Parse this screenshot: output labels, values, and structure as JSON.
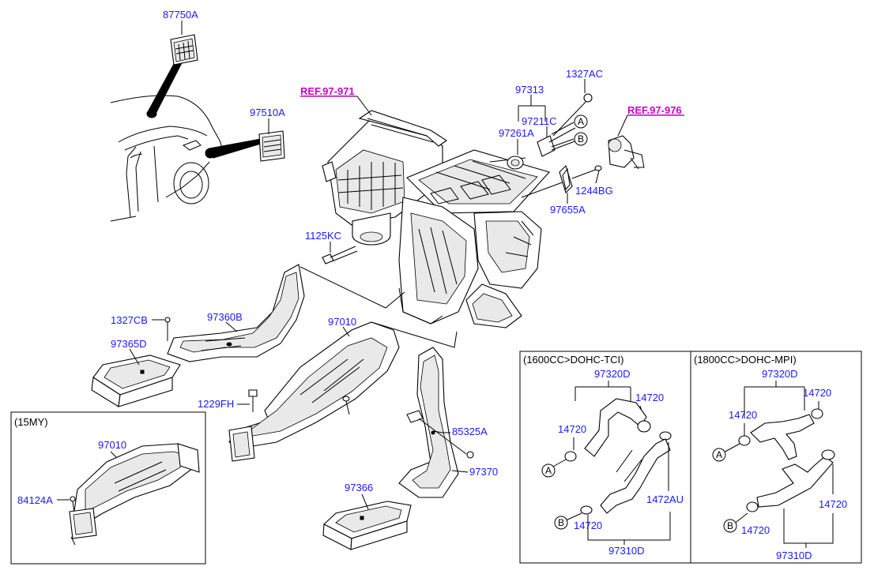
{
  "refs": {
    "ref1": "REF.97-971",
    "ref2": "REF.97-976"
  },
  "labels": {
    "p87750A": "87750A",
    "p97510A": "97510A",
    "p97313": "97313",
    "p1327AC": "1327AC",
    "p97261A": "97261A",
    "p97211C": "97211C",
    "p1244BG": "1244BG",
    "p97655A": "97655A",
    "p1125KC": "1125KC",
    "p1327CB": "1327CB",
    "p97360B": "97360B",
    "p97365D": "97365D",
    "p97010": "97010",
    "p1229FH": "1229FH",
    "p85325A": "85325A",
    "p97370": "97370",
    "p97366": "97366",
    "p15MY_97010": "97010",
    "p84124A": "84124A"
  },
  "markers": {
    "a": "A",
    "b": "B"
  },
  "box15": {
    "title": "(15MY)"
  },
  "box1600": {
    "title": "(1600CC>DOHC-TCI)",
    "p97320D": "97320D",
    "p14720a": "14720",
    "p14720b": "14720",
    "p14720c": "14720",
    "p1472AU": "1472AU",
    "p97310D": "97310D"
  },
  "box1800": {
    "title": "(1800CC>DOHC-MPI)",
    "p97320D": "97320D",
    "p14720a": "14720",
    "p14720b": "14720",
    "p14720c": "14720",
    "p14720d": "14720",
    "p97310D": "97310D"
  }
}
